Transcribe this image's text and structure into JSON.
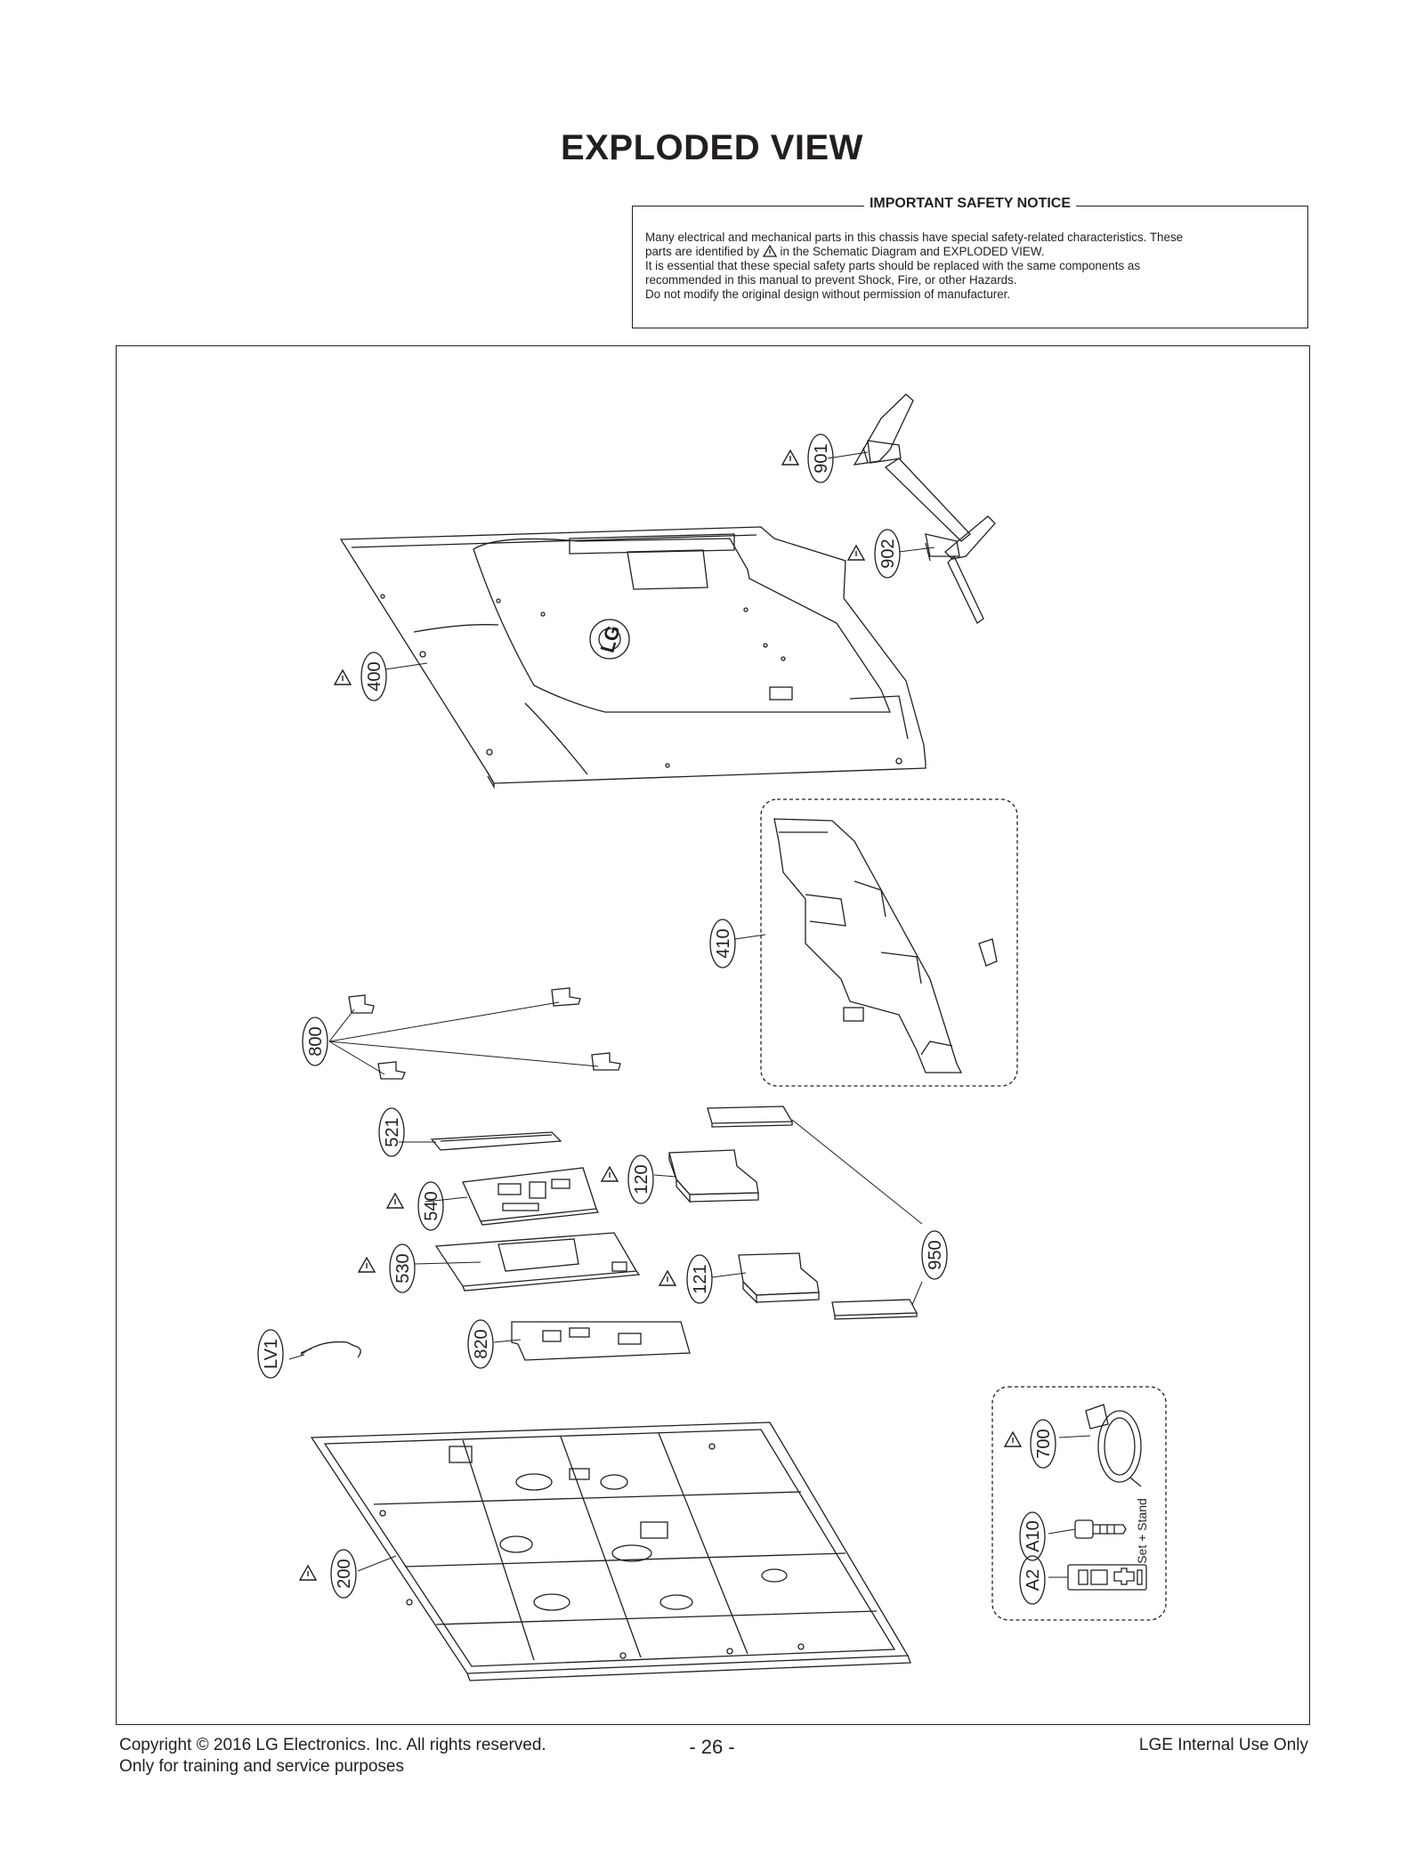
{
  "page": {
    "title": "EXPLODED VIEW",
    "page_number": "- 26 -"
  },
  "notice": {
    "heading": "IMPORTANT SAFETY NOTICE",
    "line1": "Many electrical and mechanical parts in this chassis have special safety-related characteristics. These",
    "line2_before": "parts are identified by",
    "line2_after": "in the Schematic Diagram and EXPLODED VIEW.",
    "line3": "It is essential that these special safety parts should be replaced with the same components as",
    "line4": "recommended in this manual to prevent Shock, Fire, or other Hazards.",
    "line5": "Do not modify the original design without permission of manufacturer."
  },
  "parts": {
    "p901": "901",
    "p902": "902",
    "p400": "400",
    "p410": "410",
    "p800": "800",
    "p521": "521",
    "p120": "120",
    "p540": "540",
    "p530": "530",
    "p121": "121",
    "p950": "950",
    "pLV1": "LV1",
    "p820": "820",
    "p700": "700",
    "pA10": "A10",
    "pA2": "A2",
    "p200": "200",
    "set_stand": "Set + Stand",
    "logo": "LG"
  },
  "footer": {
    "copyright": "Copyright  © 2016 LG Electronics. Inc. All rights reserved.",
    "purpose": "Only for training and service purposes",
    "internal": "LGE Internal Use Only"
  },
  "icons": {
    "safety_mark": "warning-triangle-icon"
  }
}
